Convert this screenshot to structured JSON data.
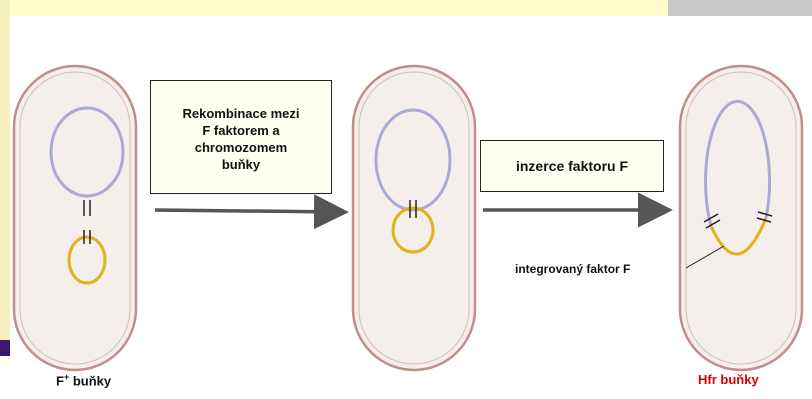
{
  "step1_box": {
    "lines": [
      "Rekombinace mezi",
      "F faktorem a",
      "chromozomem",
      "buňky"
    ]
  },
  "step2_box": {
    "text": "inzerce faktoru F"
  },
  "integrated_label": "integrovaný faktor F",
  "cell_left_label": {
    "main": "F",
    "superscript": "+",
    "suffix": " buňky"
  },
  "cell_right_label": "Hfr buňky",
  "colors": {
    "plasmid": "#e2b11c",
    "chromosome": "#a9a9d6",
    "cell_wall": "#c58c8c",
    "cell_fill": "#f4efea",
    "arrow": "#555555",
    "hfr_label": "#d40000"
  }
}
